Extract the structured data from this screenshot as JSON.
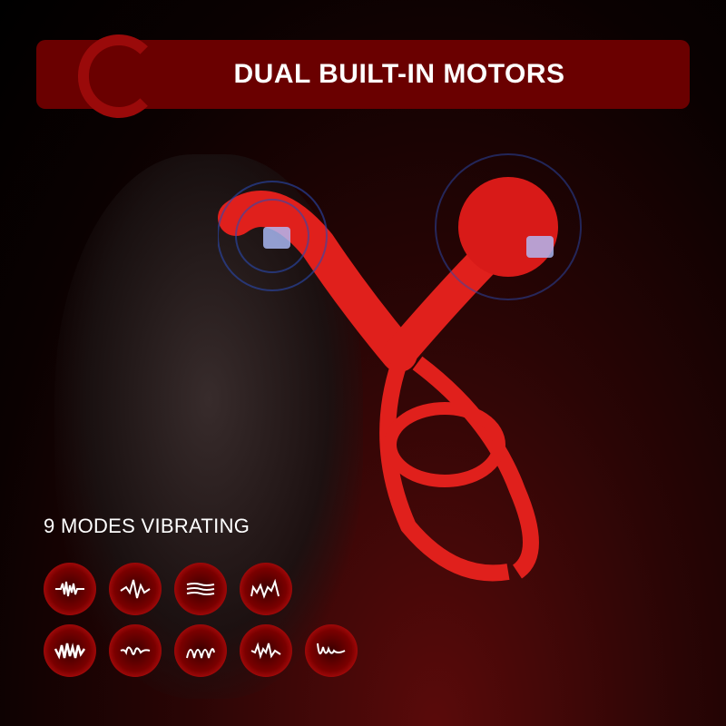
{
  "banner": {
    "title": "DUAL BUILT-IN MOTORS"
  },
  "modes": {
    "label": "9 MODES VIBRATING",
    "count": 9,
    "items": [
      {
        "name": "mode-1",
        "icon": "waveform-dense-icon"
      },
      {
        "name": "mode-2",
        "icon": "waveform-spike-icon"
      },
      {
        "name": "mode-3",
        "icon": "waveform-flat-lines-icon"
      },
      {
        "name": "mode-4",
        "icon": "waveform-step-icon"
      },
      {
        "name": "mode-5",
        "icon": "waveform-pulse-icon"
      },
      {
        "name": "mode-6",
        "icon": "waveform-wave-icon"
      },
      {
        "name": "mode-7",
        "icon": "waveform-sine-icon"
      },
      {
        "name": "mode-8",
        "icon": "waveform-burst-icon"
      },
      {
        "name": "mode-9",
        "icon": "waveform-decay-icon"
      }
    ]
  },
  "colors": {
    "banner_bg": "#6a0000",
    "accent_red": "#e0201c",
    "text": "#ffffff",
    "background": "#0a0101"
  }
}
